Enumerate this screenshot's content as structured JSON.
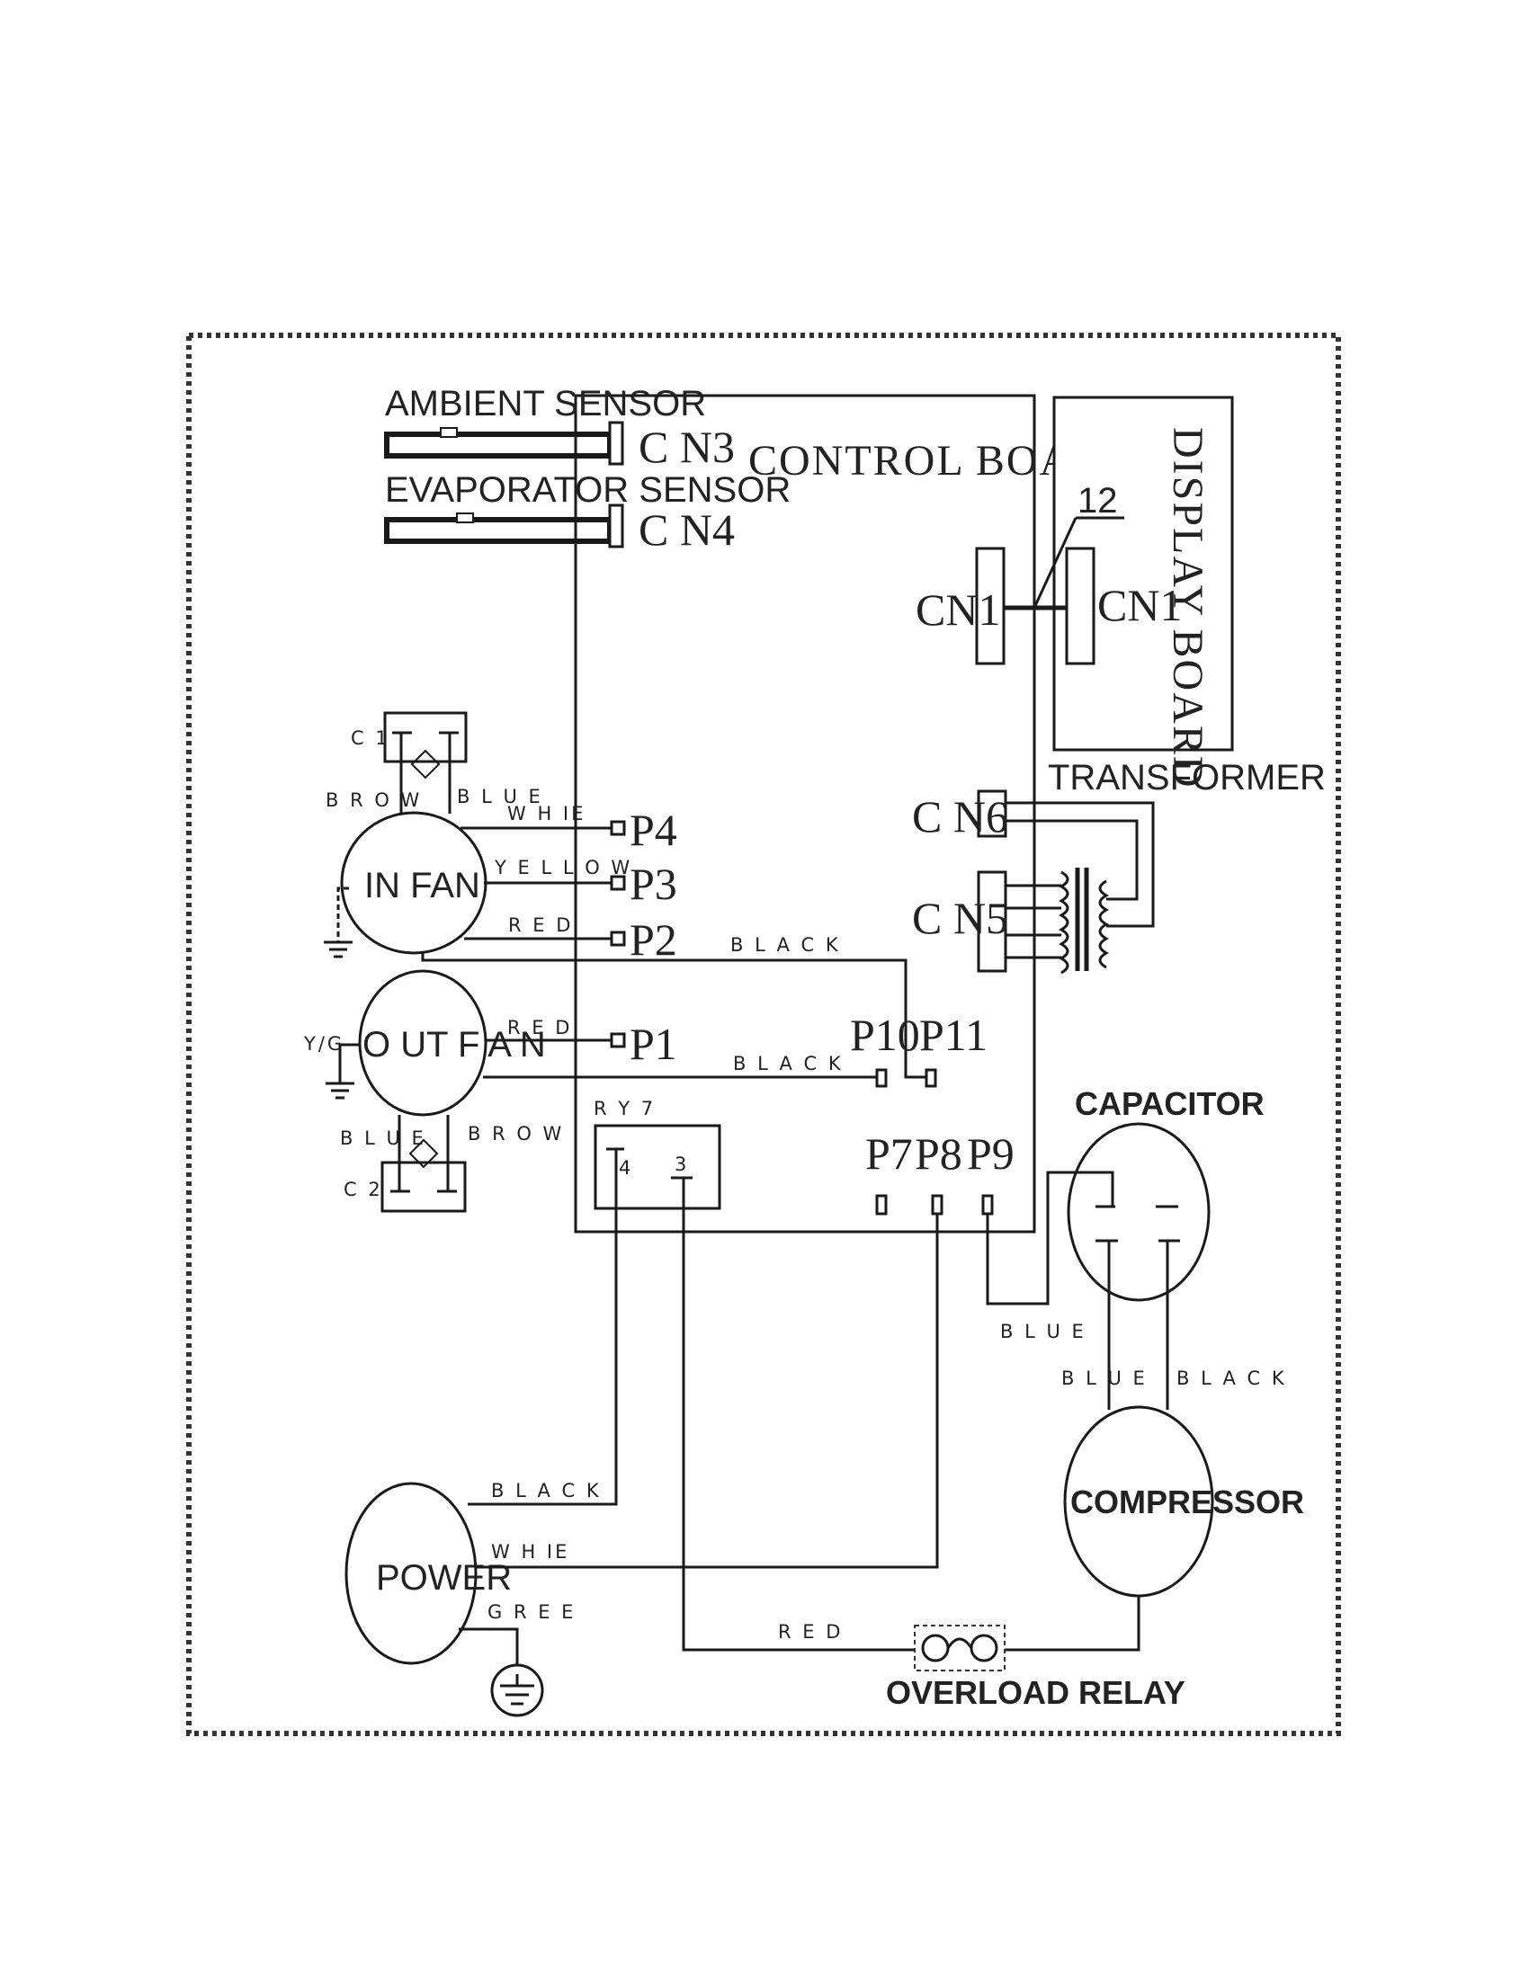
{
  "labels": {
    "control_board": "CONTROL BOARD",
    "display_board": "DISPLAY BOARD",
    "ambient_sensor": "AMBIENT SENSOR",
    "evaporator_sensor": "EVAPORATOR SENSOR",
    "cn3": "C N3",
    "cn4": "C N4",
    "cn1_board": "CN1",
    "cn1_display": "CN1",
    "wire_12": "12",
    "transformer": "TRANSFORMER",
    "cn6": "C N6",
    "cn5": "C N5",
    "c1": "C 1",
    "c2": "C 2",
    "in_fan": "IN FAN",
    "out_fan": "O UT F A N",
    "in_brow": "B R O W",
    "in_blue": "B L U E",
    "out_blue": "B L U E",
    "out_brow": "B R O W",
    "yg": "Y/G",
    "wire_white_p4": "W H IE",
    "wire_yellow_p3": "Y E L L O W",
    "wire_red_p2": "R E D",
    "wire_red_p1": "R E D",
    "wire_black_p11": "B L A C K",
    "wire_black_p10": "B L A C K",
    "p4": "P4",
    "p3": "P3",
    "p2": "P2",
    "p1": "P1",
    "p10": "P10",
    "p11": "P11",
    "p7": "P7",
    "p8": "P8",
    "p9": "P9",
    "ry7": "R Y 7",
    "ry7_pin4": "4",
    "ry7_pin3": "3",
    "capacitor": "CAPACITOR",
    "cap_blue": "B L U E",
    "comp_blue": "B L U E",
    "comp_black": "B L A C K",
    "compressor": "COMPRESSOR",
    "power": "POWER",
    "power_black": "B L A C K",
    "power_white": "W H IE",
    "power_green": "G R E E",
    "overload_red": "R E D",
    "overload_relay": "OVERLOAD RELAY"
  }
}
